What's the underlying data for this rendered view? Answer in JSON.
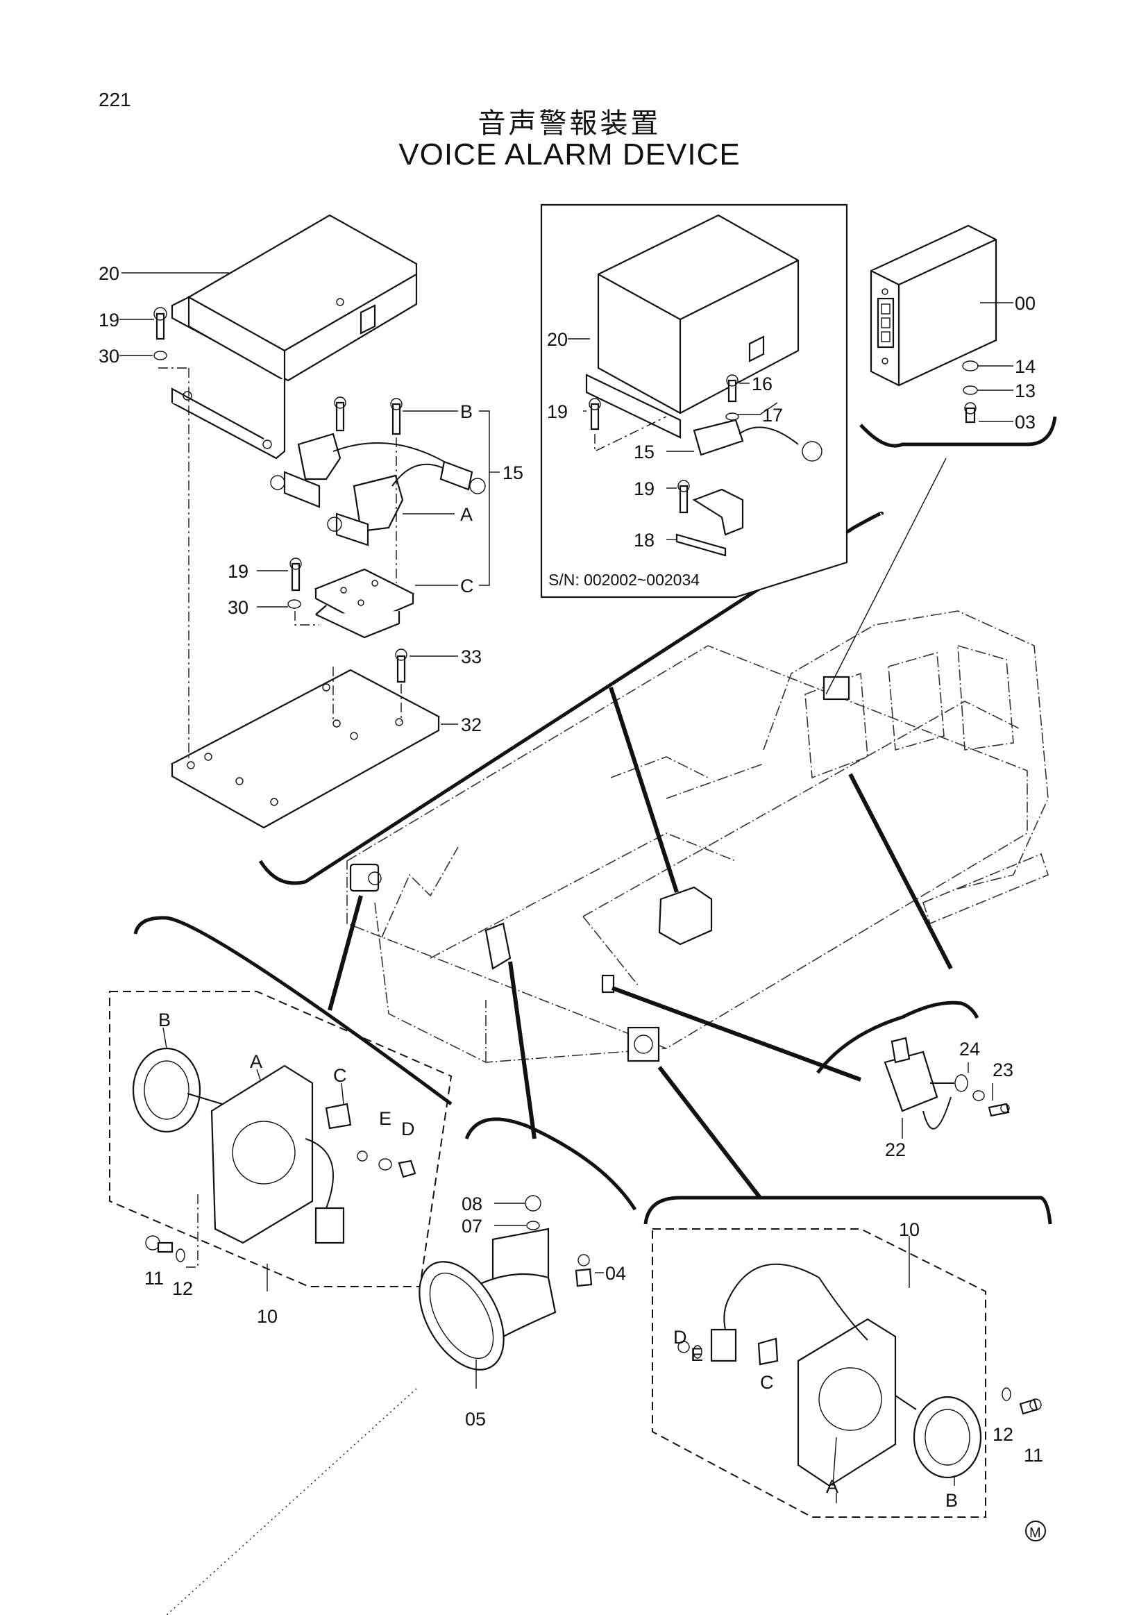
{
  "page_number": "221",
  "title_jp": "音声警報装置",
  "title_en": "VOICE ALARM DEVICE",
  "serial_note": "S/N: 002002~002034",
  "mark": "M",
  "callouts": {
    "c00": "00",
    "c03": "03",
    "c04": "04",
    "c05": "05",
    "c07": "07",
    "c08": "08",
    "c10": "10",
    "c11": "11",
    "c12": "12",
    "c13": "13",
    "c14": "14",
    "c15": "15",
    "c16": "16",
    "c17": "17",
    "c18": "18",
    "c19": "19",
    "c20": "20",
    "c22": "22",
    "c23": "23",
    "c24": "24",
    "c30": "30",
    "c32": "32",
    "c33": "33",
    "A": "A",
    "B": "B",
    "C": "C",
    "D": "D",
    "E": "E"
  }
}
